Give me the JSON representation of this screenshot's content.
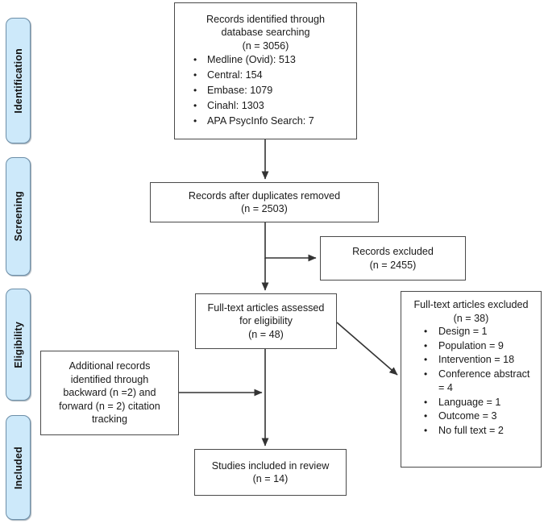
{
  "phases": [
    {
      "id": "identification",
      "label": "Identification"
    },
    {
      "id": "screening",
      "label": "Screening"
    },
    {
      "id": "eligibility",
      "label": "Eligibility"
    },
    {
      "id": "included",
      "label": "Included"
    }
  ],
  "nodes": {
    "records_identified": {
      "title_line1": "Records identified through",
      "title_line2": "database searching",
      "count": "(n = 3056)",
      "sources": [
        "Medline (Ovid): 513",
        "Central: 154",
        "Embase: 1079",
        "Cinahl: 1303",
        "APA PsycInfo Search: 7"
      ]
    },
    "records_after_duplicates": {
      "title": "Records after duplicates removed",
      "count": "(n = 2503)"
    },
    "records_excluded": {
      "title": "Records excluded",
      "count": "(n = 2455)"
    },
    "fulltext_assessed": {
      "title_line1": "Full-text articles assessed",
      "title_line2": "for eligibility",
      "count": "(n = 48)"
    },
    "fulltext_excluded": {
      "title": "Full-text articles excluded",
      "count": "(n = 38)",
      "reasons": [
        "Design = 1",
        "Population = 9",
        "Intervention = 18",
        "Conference abstract = 4",
        "Language = 1",
        "Outcome = 3",
        "No full text = 2"
      ]
    },
    "additional_records": {
      "line1": "Additional records",
      "line2": "identified through",
      "line3": "backward (n =2) and",
      "line4": "forward (n = 2) citation",
      "line5": "tracking"
    },
    "studies_included": {
      "title": "Studies included in review",
      "count": "(n = 14)"
    }
  },
  "colors": {
    "phase_fill": "#CDE9FA",
    "phase_border": "#6C8EA8",
    "box_border": "#4a4a4a",
    "connector": "#333333",
    "text": "#1a1a1a",
    "page_background": "#ffffff"
  },
  "bullet_glyph": "•"
}
